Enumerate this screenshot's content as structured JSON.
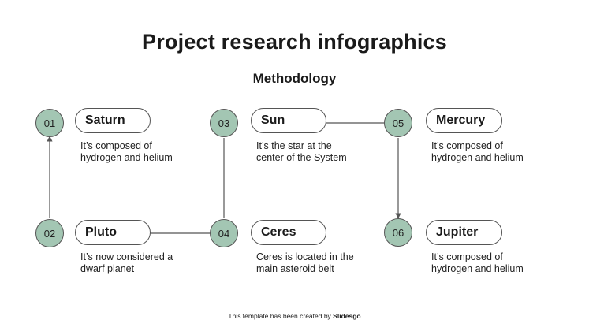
{
  "title": "Project research infographics",
  "subtitle": "Methodology",
  "colors": {
    "node_fill": "#a3c6b3",
    "stroke": "#555555"
  },
  "steps": [
    {
      "number": "01",
      "name": "Saturn",
      "text": [
        "It’s composed of",
        "hydrogen and helium"
      ]
    },
    {
      "number": "02",
      "name": "Pluto",
      "text": [
        "It’s now considered a",
        "dwarf planet"
      ]
    },
    {
      "number": "03",
      "name": "Sun",
      "text": [
        "It’s the star at the",
        "center of the  System"
      ]
    },
    {
      "number": "04",
      "name": "Ceres",
      "text": [
        "Ceres is located in the",
        "main asteroid belt"
      ]
    },
    {
      "number": "05",
      "name": "Mercury",
      "text": [
        "It’s composed of",
        "hydrogen and helium"
      ]
    },
    {
      "number": "06",
      "name": "Jupiter",
      "text": [
        "It’s composed of",
        "hydrogen and helium"
      ]
    }
  ],
  "footer": {
    "prefix": "This template has been created by ",
    "brand": "Slidesgo"
  }
}
